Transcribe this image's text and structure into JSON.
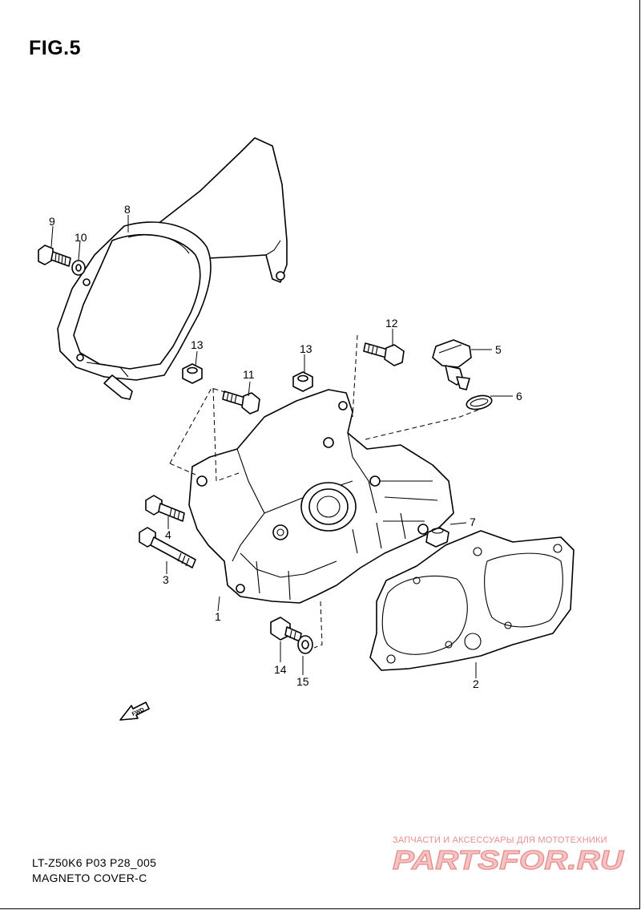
{
  "figure": {
    "title": "FIG.5"
  },
  "footer": {
    "model_code": "LT-Z50K6 P03 P28_005",
    "section_name": "MAGNETO COVER-C"
  },
  "watermark": {
    "tagline": "ЗАПЧАСТИ И АКСЕССУАРЫ ДЛЯ МОТОТЕХНИКИ",
    "logo_text": "PARTSFOR.RU",
    "color": "#e88e8e"
  },
  "direction_marker": {
    "label": "FWD",
    "icon": "arrow-icon"
  },
  "callouts": [
    {
      "id": "c1",
      "text": "1"
    },
    {
      "id": "c2",
      "text": "2"
    },
    {
      "id": "c3",
      "text": "3"
    },
    {
      "id": "c4",
      "text": "4"
    },
    {
      "id": "c5",
      "text": "5"
    },
    {
      "id": "c6",
      "text": "6"
    },
    {
      "id": "c7",
      "text": "7"
    },
    {
      "id": "c8",
      "text": "8"
    },
    {
      "id": "c9",
      "text": "9"
    },
    {
      "id": "c10",
      "text": "10"
    },
    {
      "id": "c11",
      "text": "11"
    },
    {
      "id": "c12",
      "text": "12"
    },
    {
      "id": "c13a",
      "text": "13"
    },
    {
      "id": "c13b",
      "text": "13"
    },
    {
      "id": "c14",
      "text": "14"
    },
    {
      "id": "c15",
      "text": "15"
    }
  ]
}
